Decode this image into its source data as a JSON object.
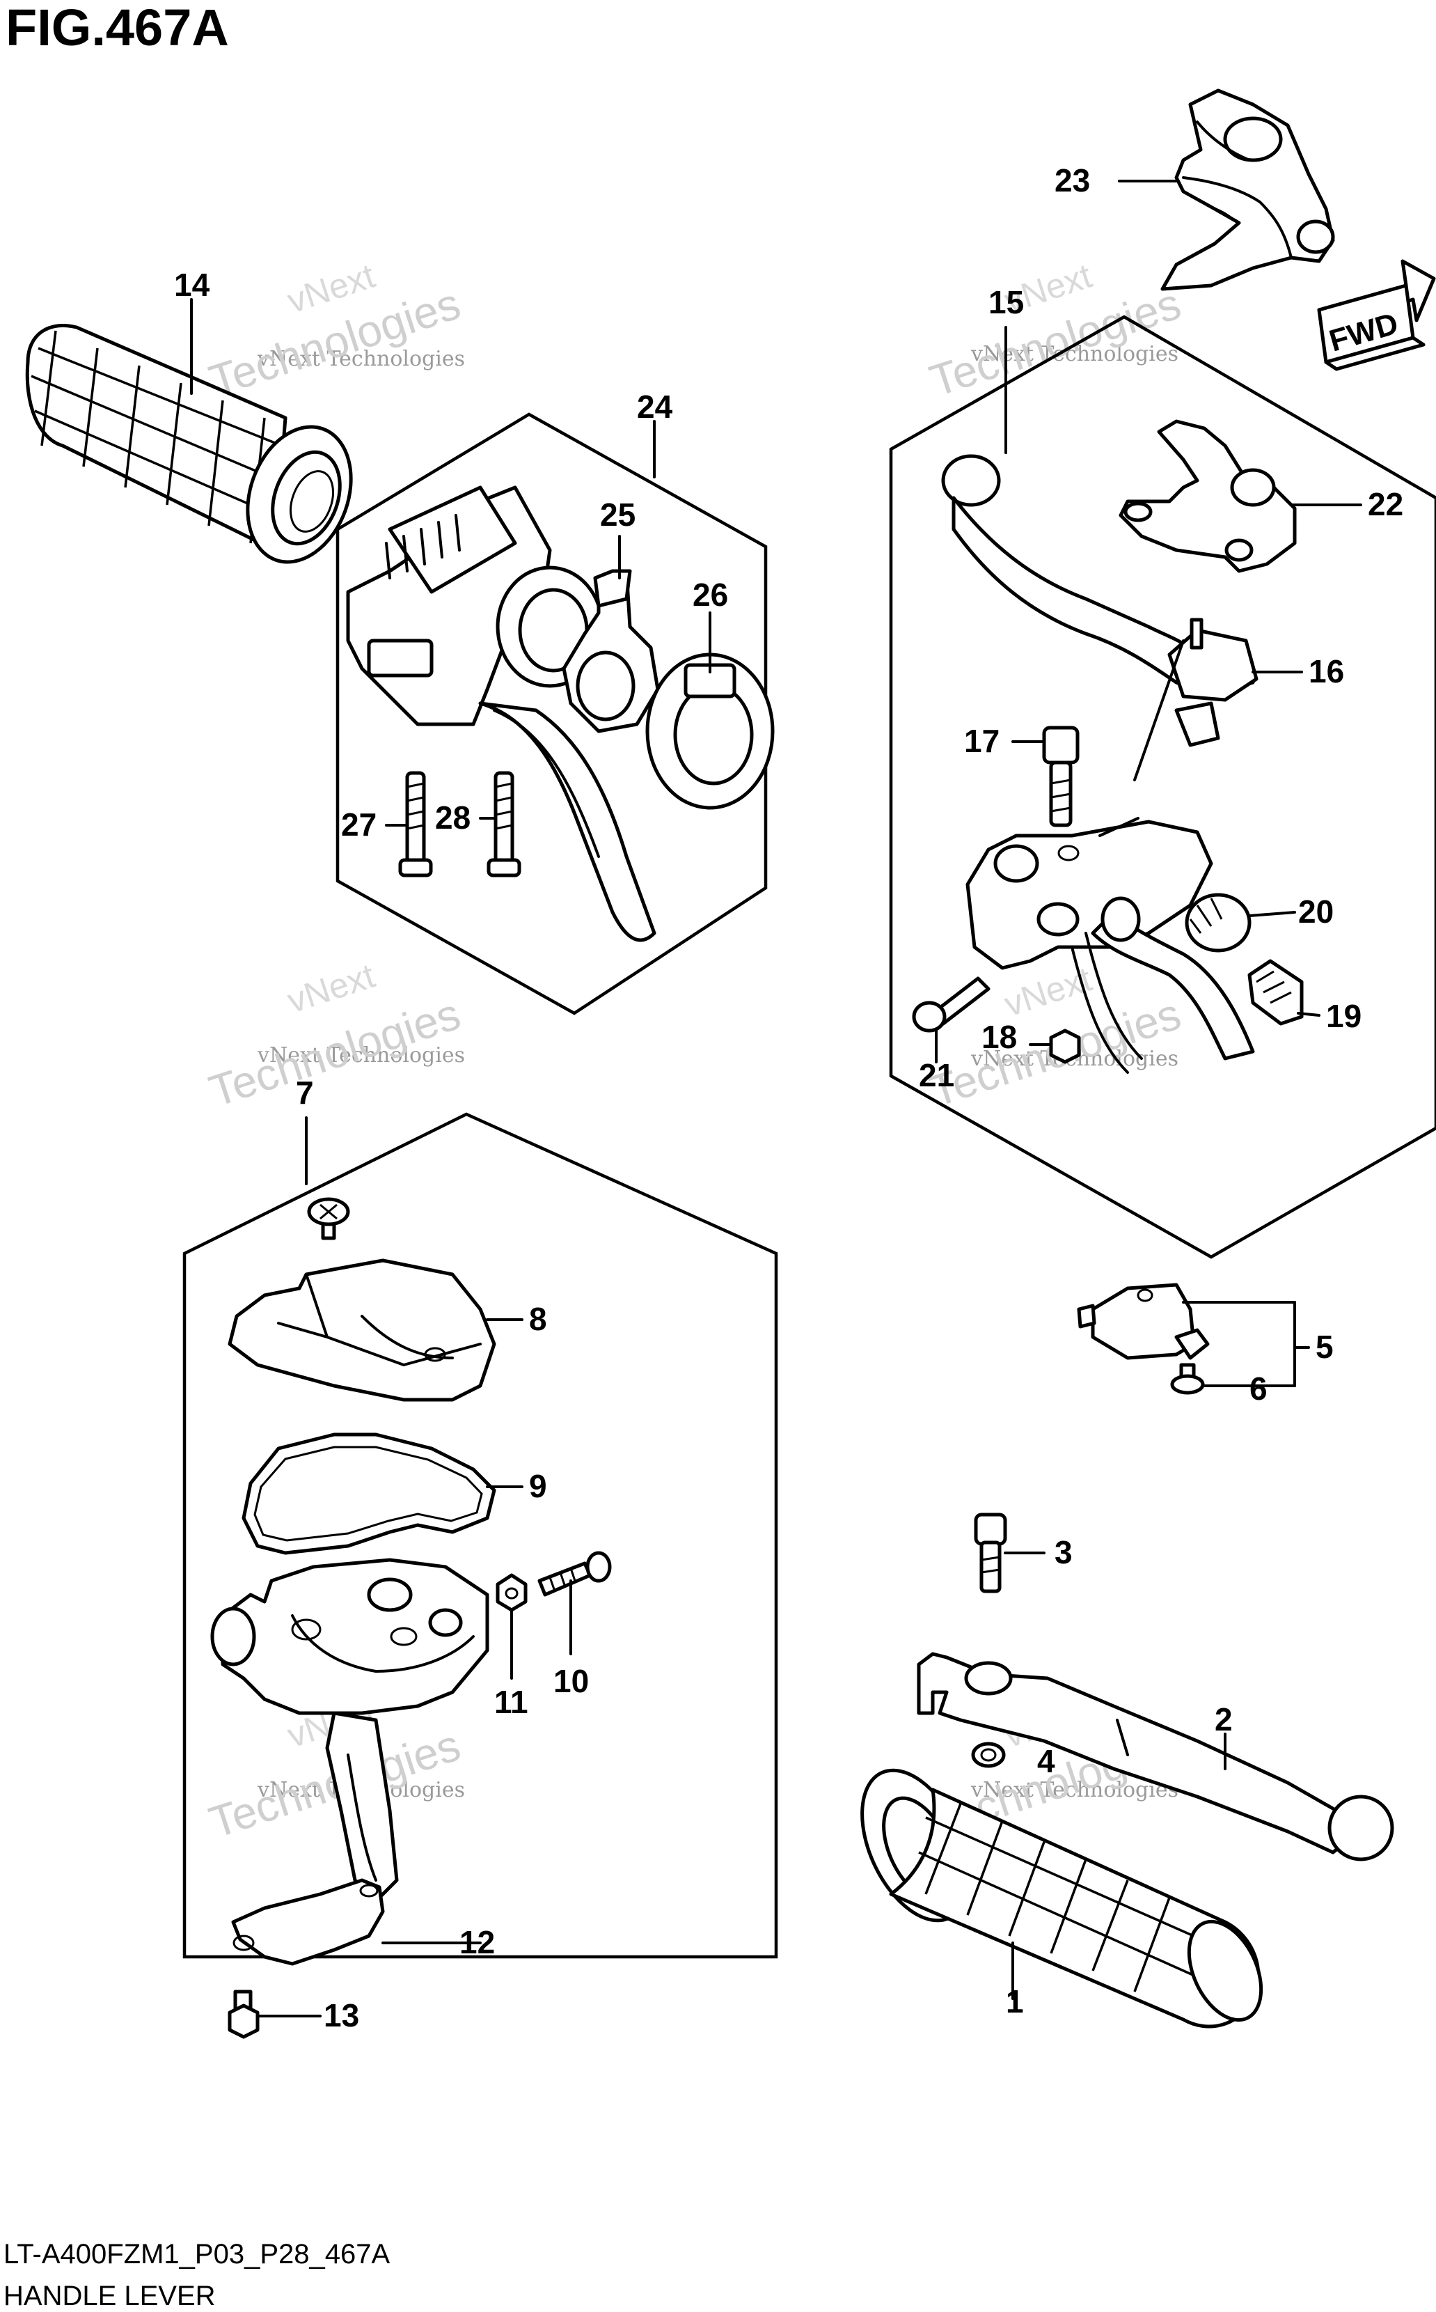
{
  "title": "FIG.467A",
  "footer": {
    "code": "LT-A400FZM1_P03_P28_467A",
    "name": "HANDLE LEVER"
  },
  "fwd_label": "FWD",
  "watermark": {
    "line1": "vNext Technologies",
    "line2": "vNext",
    "line3": "Technologies"
  },
  "callouts": [
    "1",
    "2",
    "3",
    "4",
    "5",
    "6",
    "7",
    "8",
    "9",
    "10",
    "11",
    "12",
    "13",
    "14",
    "15",
    "16",
    "17",
    "18",
    "19",
    "20",
    "21",
    "22",
    "23",
    "24",
    "25",
    "26",
    "27",
    "28"
  ]
}
